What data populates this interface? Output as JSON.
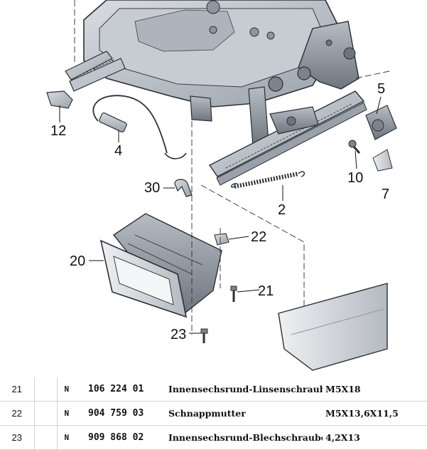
{
  "diagram": {
    "callouts": [
      "12",
      "4",
      "30",
      "2",
      "20",
      "22",
      "21",
      "23",
      "10",
      "5",
      "7"
    ]
  },
  "table": {
    "rows": [
      {
        "pos": "21",
        "flag": "N",
        "part_no": "106 224 01",
        "name": "Innensechsrund-Linsenschraube",
        "spec": "M5X18"
      },
      {
        "pos": "22",
        "flag": "N",
        "part_no": "904 759 03",
        "name": "Schnappmutter",
        "spec": "M5X13,6X11,5"
      },
      {
        "pos": "23",
        "flag": "N",
        "part_no": "909 868 02",
        "name": "Innensechsrund-Blechschraube",
        "spec": "4,2X13"
      }
    ]
  }
}
